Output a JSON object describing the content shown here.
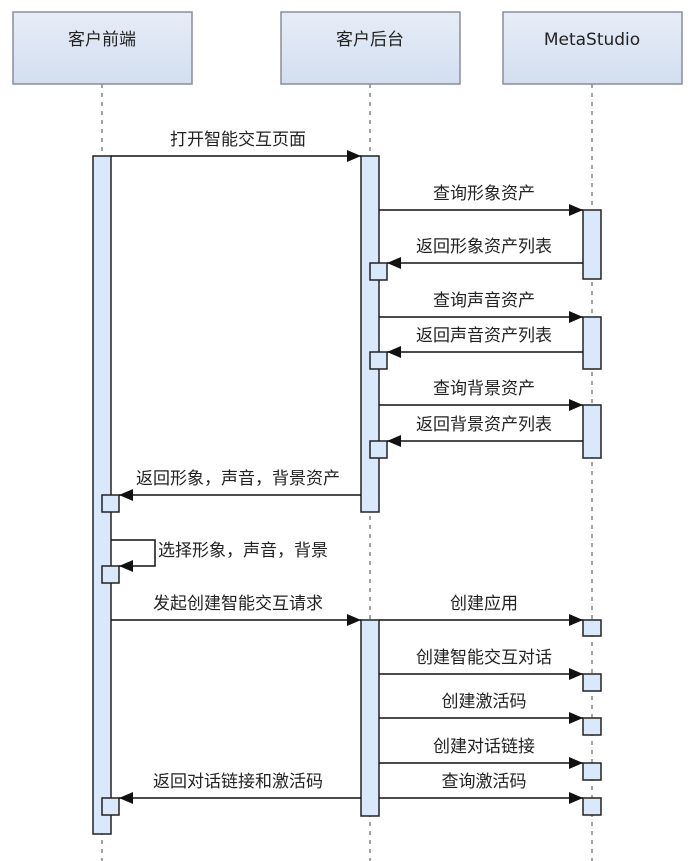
{
  "participants": [
    {
      "id": "client_front",
      "label": "客户前端"
    },
    {
      "id": "client_back",
      "label": "客户后台"
    },
    {
      "id": "metastudio",
      "label": "MetaStudio"
    }
  ],
  "messages": [
    {
      "id": "m1",
      "from": "client_front",
      "to": "client_back",
      "label": "打开智能交互页面"
    },
    {
      "id": "m2",
      "from": "client_back",
      "to": "metastudio",
      "label": "查询形象资产"
    },
    {
      "id": "m3",
      "from": "metastudio",
      "to": "client_back",
      "label": "返回形象资产列表"
    },
    {
      "id": "m4",
      "from": "client_back",
      "to": "metastudio",
      "label": "查询声音资产"
    },
    {
      "id": "m5",
      "from": "metastudio",
      "to": "client_back",
      "label": "返回声音资产列表"
    },
    {
      "id": "m6",
      "from": "client_back",
      "to": "metastudio",
      "label": "查询背景资产"
    },
    {
      "id": "m7",
      "from": "metastudio",
      "to": "client_back",
      "label": "返回背景资产列表"
    },
    {
      "id": "m8",
      "from": "client_back",
      "to": "client_front",
      "label": "返回形象，声音，背景资产"
    },
    {
      "id": "m9",
      "from": "client_front",
      "to": "client_front",
      "label": "选择形象，声音，背景"
    },
    {
      "id": "m10",
      "from": "client_front",
      "to": "client_back",
      "label": "发起创建智能交互请求"
    },
    {
      "id": "m11",
      "from": "client_back",
      "to": "metastudio",
      "label": "创建应用"
    },
    {
      "id": "m12",
      "from": "client_back",
      "to": "metastudio",
      "label": "创建智能交互对话"
    },
    {
      "id": "m13",
      "from": "client_back",
      "to": "metastudio",
      "label": "创建激活码"
    },
    {
      "id": "m14",
      "from": "client_back",
      "to": "metastudio",
      "label": "创建对话链接"
    },
    {
      "id": "m15",
      "from": "client_back",
      "to": "metastudio",
      "label": "查询激活码"
    },
    {
      "id": "m16",
      "from": "client_back",
      "to": "client_front",
      "label": "返回对话链接和激活码"
    }
  ],
  "colors": {
    "participant_fill": "#dfe8f5",
    "participant_stroke": "#8a8f97",
    "activation_fill": "#dae8fc",
    "activation_stroke": "#222222",
    "line": "#111111",
    "lifeline": "#666666"
  }
}
